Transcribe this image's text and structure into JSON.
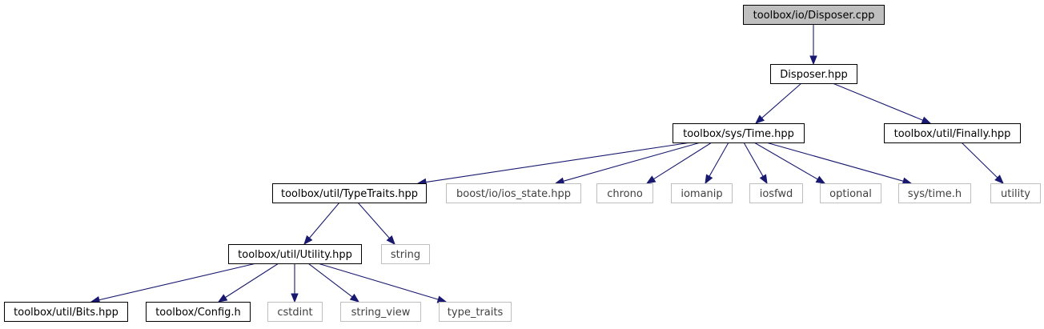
{
  "graph": {
    "colors": {
      "edge": "#191970",
      "root_fill": "#bfbfbf",
      "local_border": "#000000",
      "system_border": "#bfbfbf",
      "system_text": "#404040"
    },
    "nodes": [
      {
        "id": "disposer_cpp",
        "label": "toolbox/io/Disposer.cpp",
        "kind": "root"
      },
      {
        "id": "disposer_hpp",
        "label": "Disposer.hpp",
        "kind": "local"
      },
      {
        "id": "time_hpp",
        "label": "toolbox/sys/Time.hpp",
        "kind": "local"
      },
      {
        "id": "finally_hpp",
        "label": "toolbox/util/Finally.hpp",
        "kind": "local"
      },
      {
        "id": "typetraits_hpp",
        "label": "toolbox/util/TypeTraits.hpp",
        "kind": "local"
      },
      {
        "id": "ios_state_hpp",
        "label": "boost/io/ios_state.hpp",
        "kind": "system"
      },
      {
        "id": "chrono",
        "label": "chrono",
        "kind": "system"
      },
      {
        "id": "iomanip",
        "label": "iomanip",
        "kind": "system"
      },
      {
        "id": "iosfwd",
        "label": "iosfwd",
        "kind": "system"
      },
      {
        "id": "optional",
        "label": "optional",
        "kind": "system"
      },
      {
        "id": "sys_time_h",
        "label": "sys/time.h",
        "kind": "system"
      },
      {
        "id": "utility",
        "label": "utility",
        "kind": "system"
      },
      {
        "id": "utility_hpp",
        "label": "toolbox/util/Utility.hpp",
        "kind": "local"
      },
      {
        "id": "string",
        "label": "string",
        "kind": "system"
      },
      {
        "id": "bits_hpp",
        "label": "toolbox/util/Bits.hpp",
        "kind": "local"
      },
      {
        "id": "config_h",
        "label": "toolbox/Config.h",
        "kind": "local"
      },
      {
        "id": "cstdint",
        "label": "cstdint",
        "kind": "system"
      },
      {
        "id": "string_view",
        "label": "string_view",
        "kind": "system"
      },
      {
        "id": "type_traits",
        "label": "type_traits",
        "kind": "system"
      }
    ],
    "edges": [
      {
        "from": "disposer_cpp",
        "to": "disposer_hpp"
      },
      {
        "from": "disposer_hpp",
        "to": "time_hpp"
      },
      {
        "from": "disposer_hpp",
        "to": "finally_hpp"
      },
      {
        "from": "time_hpp",
        "to": "typetraits_hpp"
      },
      {
        "from": "time_hpp",
        "to": "ios_state_hpp"
      },
      {
        "from": "time_hpp",
        "to": "chrono"
      },
      {
        "from": "time_hpp",
        "to": "iomanip"
      },
      {
        "from": "time_hpp",
        "to": "iosfwd"
      },
      {
        "from": "time_hpp",
        "to": "optional"
      },
      {
        "from": "time_hpp",
        "to": "sys_time_h"
      },
      {
        "from": "finally_hpp",
        "to": "utility"
      },
      {
        "from": "typetraits_hpp",
        "to": "utility_hpp"
      },
      {
        "from": "typetraits_hpp",
        "to": "string"
      },
      {
        "from": "utility_hpp",
        "to": "bits_hpp"
      },
      {
        "from": "utility_hpp",
        "to": "config_h"
      },
      {
        "from": "utility_hpp",
        "to": "cstdint"
      },
      {
        "from": "utility_hpp",
        "to": "string_view"
      },
      {
        "from": "utility_hpp",
        "to": "type_traits"
      }
    ]
  }
}
